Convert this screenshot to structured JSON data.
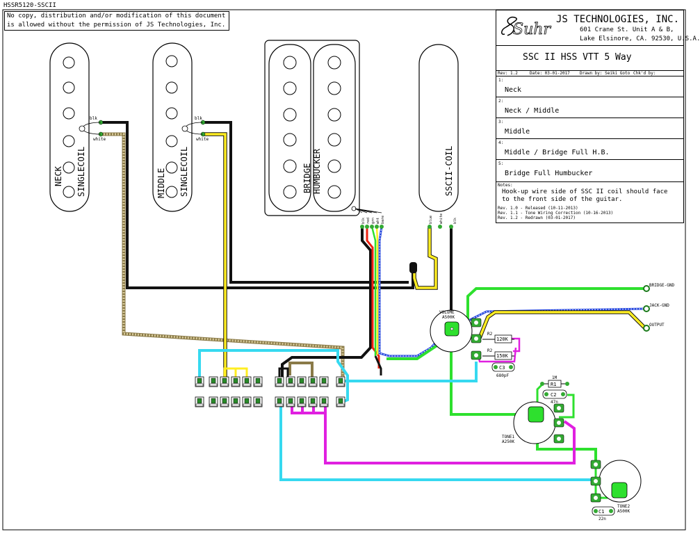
{
  "header": {
    "code": "HSSR5120-SSCII",
    "copyright_line1": "No copy, distribution and/or modification of this document",
    "copyright_line2": "is allowed without the permission of JS Technologies, Inc."
  },
  "title_block": {
    "logo_text": "Suhr",
    "company": "JS TECHNOLOGIES, INC.",
    "address1": "601 Crane St. Unit A & B,",
    "address2": "Lake Elsinore, CA. 92530, U.S.A.",
    "title": "SSC II  HSS VTT 5 Way",
    "rev": "Rev: 1.2",
    "date": "Date: 03-01-2017",
    "drawn": "Drawn by: Seiki Goto",
    "chkd": "Chk'd by:",
    "positions": [
      {
        "num": "1:",
        "label": "Neck"
      },
      {
        "num": "2:",
        "label": "Neck / Middle"
      },
      {
        "num": "3:",
        "label": "Middle"
      },
      {
        "num": "4:",
        "label": "Middle / Bridge Full H.B."
      },
      {
        "num": "5:",
        "label": "Bridge Full Humbucker"
      }
    ],
    "notes_label": "Notes:",
    "notes_line1": "Hook-up wire side of SSC II coil should face",
    "notes_line2": "to the front side of the guitar.",
    "revs": [
      "Rev. 1.0 - Released (10-11-2013)",
      "Rev. 1.1 - Tone Wiring Correction (10-16-2013)",
      "Rev. 1.2 - Redrawn (03-01-2017)"
    ]
  },
  "pickups": {
    "neck": {
      "label1": "NECK",
      "label2": "SINGLECOIL",
      "wire1": "blk",
      "wire2": "white"
    },
    "middle": {
      "label1": "MIDDLE",
      "label2": "SINGLECOIL",
      "wire1": "blk",
      "wire2": "white"
    },
    "bridge": {
      "label1": "BRIDGE",
      "label2": "HUMBUCKER",
      "wires": [
        "blk",
        "red",
        "grn",
        "wht",
        "bare"
      ]
    },
    "ssc": {
      "label": "SSCII-COIL",
      "wires": [
        "blue",
        "white",
        "blk"
      ]
    }
  },
  "pots": {
    "volume": {
      "name": "VOLUME",
      "value": "A500K"
    },
    "tone1": {
      "name": "TONE1",
      "value": "A250K"
    },
    "tone2": {
      "name": "TONE2",
      "value": "A500K"
    }
  },
  "components": {
    "r2a": {
      "name": "R2",
      "value": "120K"
    },
    "r2b": {
      "name": "R2",
      "value": "150K"
    },
    "c3": {
      "name": "C3",
      "value": "680pF"
    },
    "r1": {
      "name": "R1",
      "value": "1M"
    },
    "c2": {
      "name": "C2",
      "value": "47n"
    },
    "c1": {
      "name": "C1",
      "value": "22n"
    }
  },
  "outputs": {
    "bridge_gnd": "BRIDGE-GND",
    "jack_gnd": "JACK-GND",
    "output": "OUTPUT"
  },
  "colors": {
    "green": "#2ee02e",
    "cyan": "#36d9f0",
    "magenta": "#e020e0",
    "yellow": "#ffee22",
    "black": "#111111",
    "red": "#ee2211",
    "tan": "#c9b98a",
    "blue": "#2244dd"
  }
}
